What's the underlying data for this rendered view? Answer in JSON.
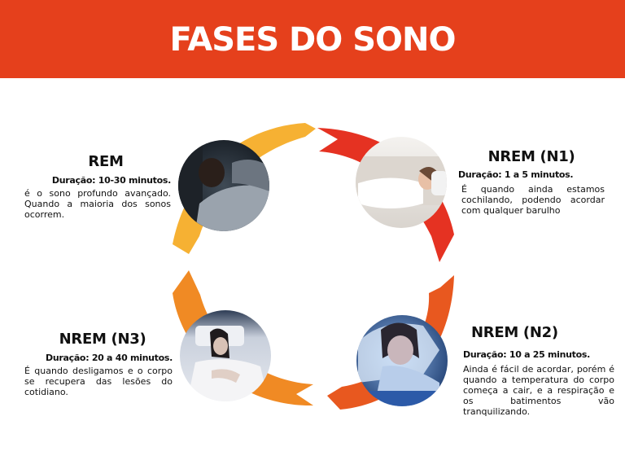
{
  "header": {
    "title": "FASES DO SONO",
    "background": "#E5401C"
  },
  "colors": {
    "arc_yellow": "#F6B133",
    "arc_red": "#E53222",
    "arc_orange_red": "#E8581F",
    "arc_orange": "#F08A24"
  },
  "phases": [
    {
      "id": "rem",
      "title": "REM",
      "duration": "Duração: 10-30 minutos.",
      "description": "é o sono profundo avançado. Quando a maioria dos sonos ocorrem.",
      "image": "person-sleeping-dark-room-photo"
    },
    {
      "id": "n1",
      "title": "NREM (N1)",
      "duration": "Duração: 1 a 5 minutos.",
      "description": "É quando ainda estamos cochilando, podendo acordar com qualquer barulho",
      "image": "woman-napping-on-sofa-photo"
    },
    {
      "id": "n2",
      "title": "NREM (N2)",
      "duration": "Duração: 10 a 25 minutos.",
      "description": "Ainda é fácil de acordar, porém é quando a temperatura do corpo começa a cair, e a respiração e os batimentos vão tranquilizando.",
      "image": "woman-sleeping-blue-light-photo"
    },
    {
      "id": "n3",
      "title": "NREM (N3)",
      "duration": "Duração: 20 a 40 minutos.",
      "description": "É quando desligamos e o corpo se recupera das lesões do cotidiano.",
      "image": "woman-sleeping-in-bed-photo"
    }
  ]
}
